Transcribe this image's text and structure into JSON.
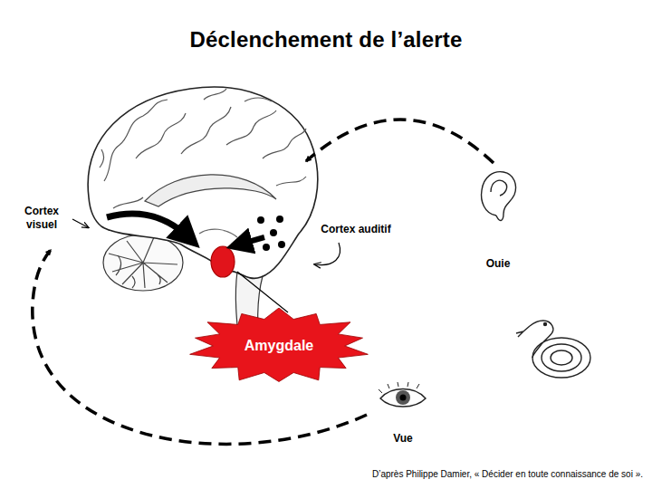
{
  "diagram": {
    "title": "Déclenchement de l’alerte",
    "caption": "D’après Philippe Damier, « Décider en toute connaissance de soi ».",
    "nodes": [
      {
        "text": [
          "Amygdale"
        ]
      }
    ],
    "labels": [
      "Cortex visuel",
      "Cortex auditif",
      "Ouie",
      "Vue"
    ]
  }
}
